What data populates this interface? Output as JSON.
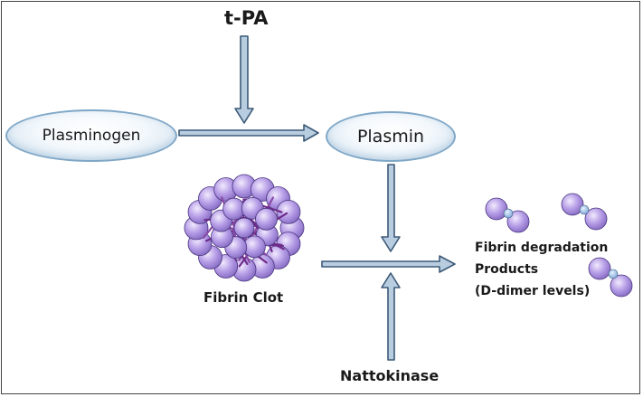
{
  "nodes": {
    "tpa": "t-PA",
    "plasminogen": "Plasminogen",
    "plasmin": "Plasmin",
    "fibrin_clot": "Fibrin Clot",
    "products_line1": "Fibrin degradation",
    "products_line2": "Products",
    "products_line3": "(D-dimer levels)",
    "nattokinase": "Nattokinase"
  },
  "colors": {
    "arrow_fill": "#b8cde0",
    "arrow_stroke": "#3d5a78",
    "ellipse_border": "#7fa7c7",
    "sphere": "#b59ce6",
    "strand": "#6e2c8a"
  }
}
